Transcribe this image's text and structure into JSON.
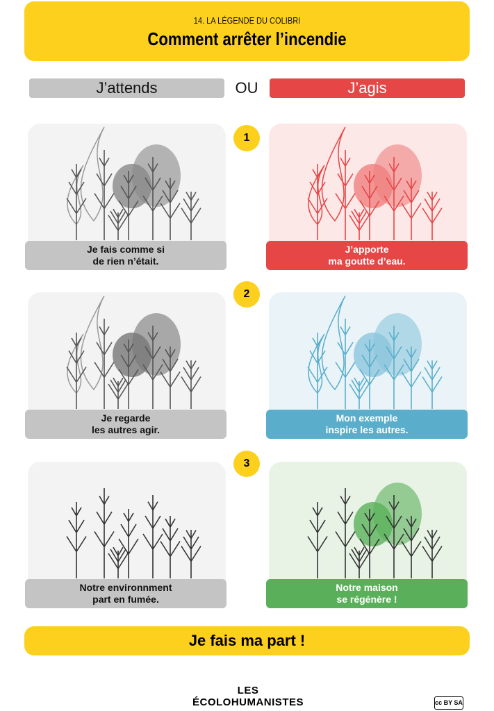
{
  "header": {
    "subtitle": "14. LA LÉGENDE DU COLIBRI",
    "title": "Comment arrêter l’incendie"
  },
  "choices": {
    "left": "J’attends",
    "or": "OU",
    "right": "J’agis"
  },
  "colors": {
    "yellow": "#fcd01c",
    "gray": "#c4c4c4",
    "red": "#e64646",
    "blue": "#5aaecb",
    "green": "#5ab05a"
  },
  "steps": [
    {
      "number": "1",
      "left": [
        "Je fais comme si",
        "de rien n’était."
      ],
      "right": [
        "J’apporte",
        "ma goutte d’eau."
      ]
    },
    {
      "number": "2",
      "left": [
        "Je regarde",
        "les autres agir."
      ],
      "right": [
        "Mon exemple",
        "inspire les autres."
      ]
    },
    {
      "number": "3",
      "left": [
        "Notre environnment",
        "part en fumée."
      ],
      "right": [
        "Notre maison",
        "se régénère !"
      ]
    }
  ],
  "footer": {
    "slogan": "Je fais ma part !",
    "logo": "LES ÉCOLOHUMANISTES",
    "license": "cc BY SA"
  }
}
